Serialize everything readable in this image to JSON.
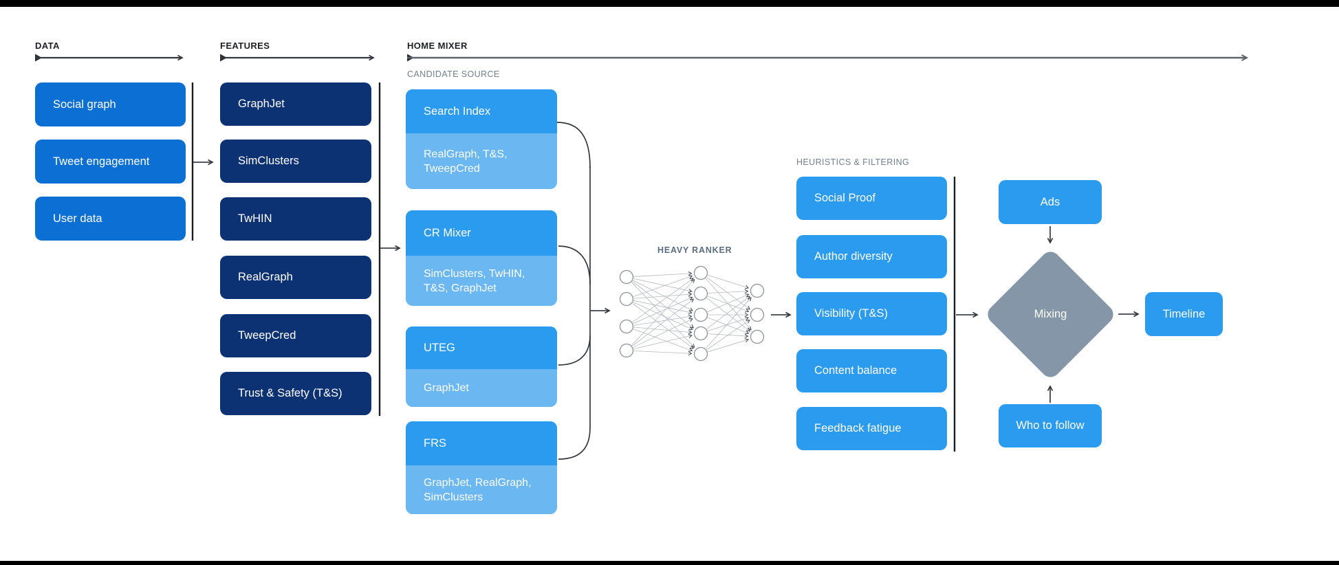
{
  "sections": {
    "data": {
      "label": "DATA",
      "boxes": [
        "Social graph",
        "Tweet engagement",
        "User data"
      ]
    },
    "features": {
      "label": "FEATURES",
      "boxes": [
        "GraphJet",
        "SimClusters",
        "TwHIN",
        "RealGraph",
        "TweepCred",
        "Trust & Safety (T&S)"
      ]
    },
    "home_mixer": {
      "label": "HOME MIXER",
      "candidate_source": {
        "label": "CANDIDATE SOURCE",
        "candidates": [
          {
            "name": "Search Index",
            "features": "RealGraph, T&S, TweepCred"
          },
          {
            "name": "CR Mixer",
            "features": "SimClusters, TwHIN, T&S, GraphJet"
          },
          {
            "name": "UTEG",
            "features": "GraphJet"
          },
          {
            "name": "FRS",
            "features": "GraphJet, RealGraph, SimClusters"
          }
        ]
      },
      "heavy_ranker": {
        "label": "HEAVY RANKER"
      },
      "heuristics": {
        "label": "HEURISTICS & FILTERING",
        "boxes": [
          "Social Proof",
          "Author diversity",
          "Visibility (T&S)",
          "Content balance",
          "Feedback fatigue"
        ]
      },
      "mixing": {
        "ads": "Ads",
        "diamond": "Mixing",
        "who_to_follow": "Who to follow",
        "timeline": "Timeline"
      }
    }
  },
  "colors": {
    "data_box": "#0b6fd4",
    "features_box": "#0d3274",
    "candidate_header": "#2b9bf0",
    "candidate_sub": "#6ab7f2",
    "filter_box": "#2b9bf0",
    "diamond": "#8496a7",
    "top_bottom_bars": "#000000"
  }
}
